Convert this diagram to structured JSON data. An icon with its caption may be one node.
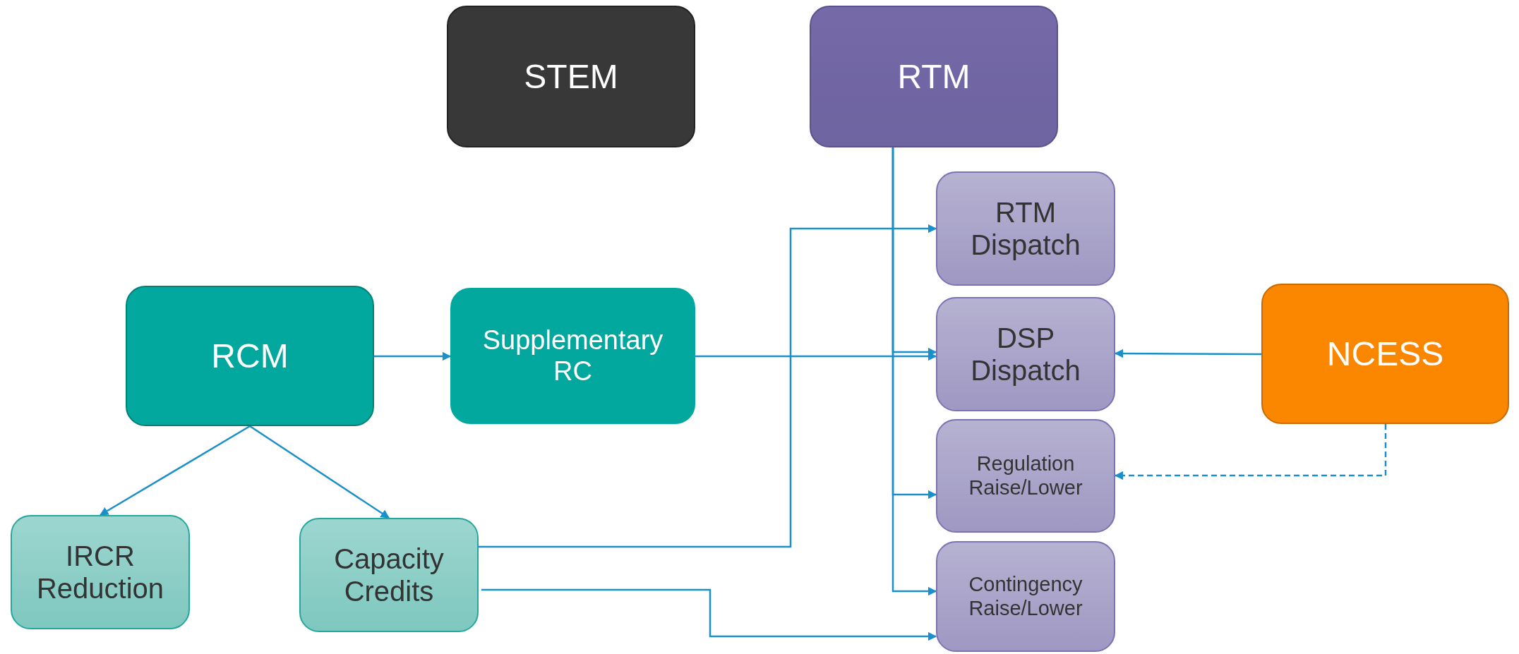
{
  "diagram": {
    "nodes": [
      {
        "text": [
          "STEM"
        ]
      },
      {
        "text": [
          "RTM"
        ]
      },
      {
        "text": [
          "RTM Dispatch"
        ]
      },
      {
        "text": [
          "DSP Dispatch"
        ]
      },
      {
        "text": [
          "Regulation Raise/Lower"
        ]
      },
      {
        "text": [
          "Contingency Raise/Lower"
        ]
      },
      {
        "text": [
          "NCESS"
        ]
      },
      {
        "text": [
          "RCM"
        ]
      },
      {
        "text": [
          "Supplementary RC"
        ]
      },
      {
        "text": [
          "IRCR Reduction"
        ]
      },
      {
        "text": [
          "Capacity Credits"
        ]
      }
    ],
    "edges": [
      {
        "from": 7,
        "to": 8,
        "arrow": "to"
      },
      {
        "from": 7,
        "to": 9,
        "arrow": "to"
      },
      {
        "from": 7,
        "to": 10,
        "arrow": "to"
      },
      {
        "from": 8,
        "to": 3,
        "arrow": "to"
      },
      {
        "from": 10,
        "to": 2,
        "arrow": "to"
      },
      {
        "from": 10,
        "to": 5,
        "arrow": "to"
      },
      {
        "from": 1,
        "to": 3,
        "arrow": "to"
      },
      {
        "from": 1,
        "to": 4,
        "arrow": "to"
      },
      {
        "from": 1,
        "to": 5,
        "arrow": "to"
      },
      {
        "from": 6,
        "to": 3,
        "arrow": "to"
      },
      {
        "from": 6,
        "to": 4,
        "arrow": "to",
        "style": "dashed"
      }
    ]
  }
}
